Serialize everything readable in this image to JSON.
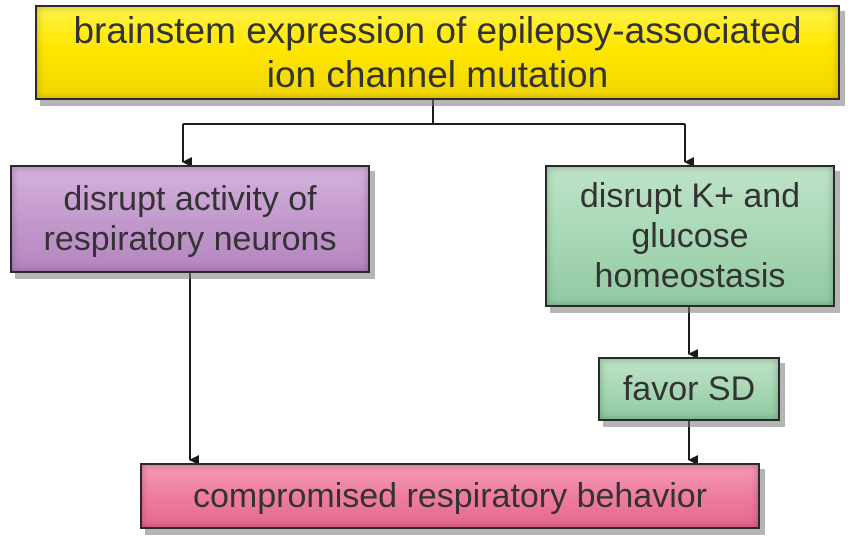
{
  "nodes": {
    "top": {
      "line1": "brainstem expression of epilepsy-associated",
      "line2": "ion channel mutation",
      "color": "#ffe600"
    },
    "left": {
      "line1": "disrupt activity of",
      "line2": "respiratory neurons",
      "color": "#c39acd"
    },
    "right": {
      "line1": "disrupt K+ and",
      "line2": "glucose",
      "line3": "homeostasis",
      "color": "#a8d8b5"
    },
    "sd": {
      "label": "favor SD",
      "color": "#a8d8b5"
    },
    "bottom": {
      "label": "compromised respiratory behavior",
      "color": "#ee7da0"
    }
  },
  "edges": [
    {
      "from": "top",
      "to": "left"
    },
    {
      "from": "top",
      "to": "right"
    },
    {
      "from": "right",
      "to": "sd"
    },
    {
      "from": "left",
      "to": "bottom"
    },
    {
      "from": "sd",
      "to": "bottom"
    }
  ]
}
